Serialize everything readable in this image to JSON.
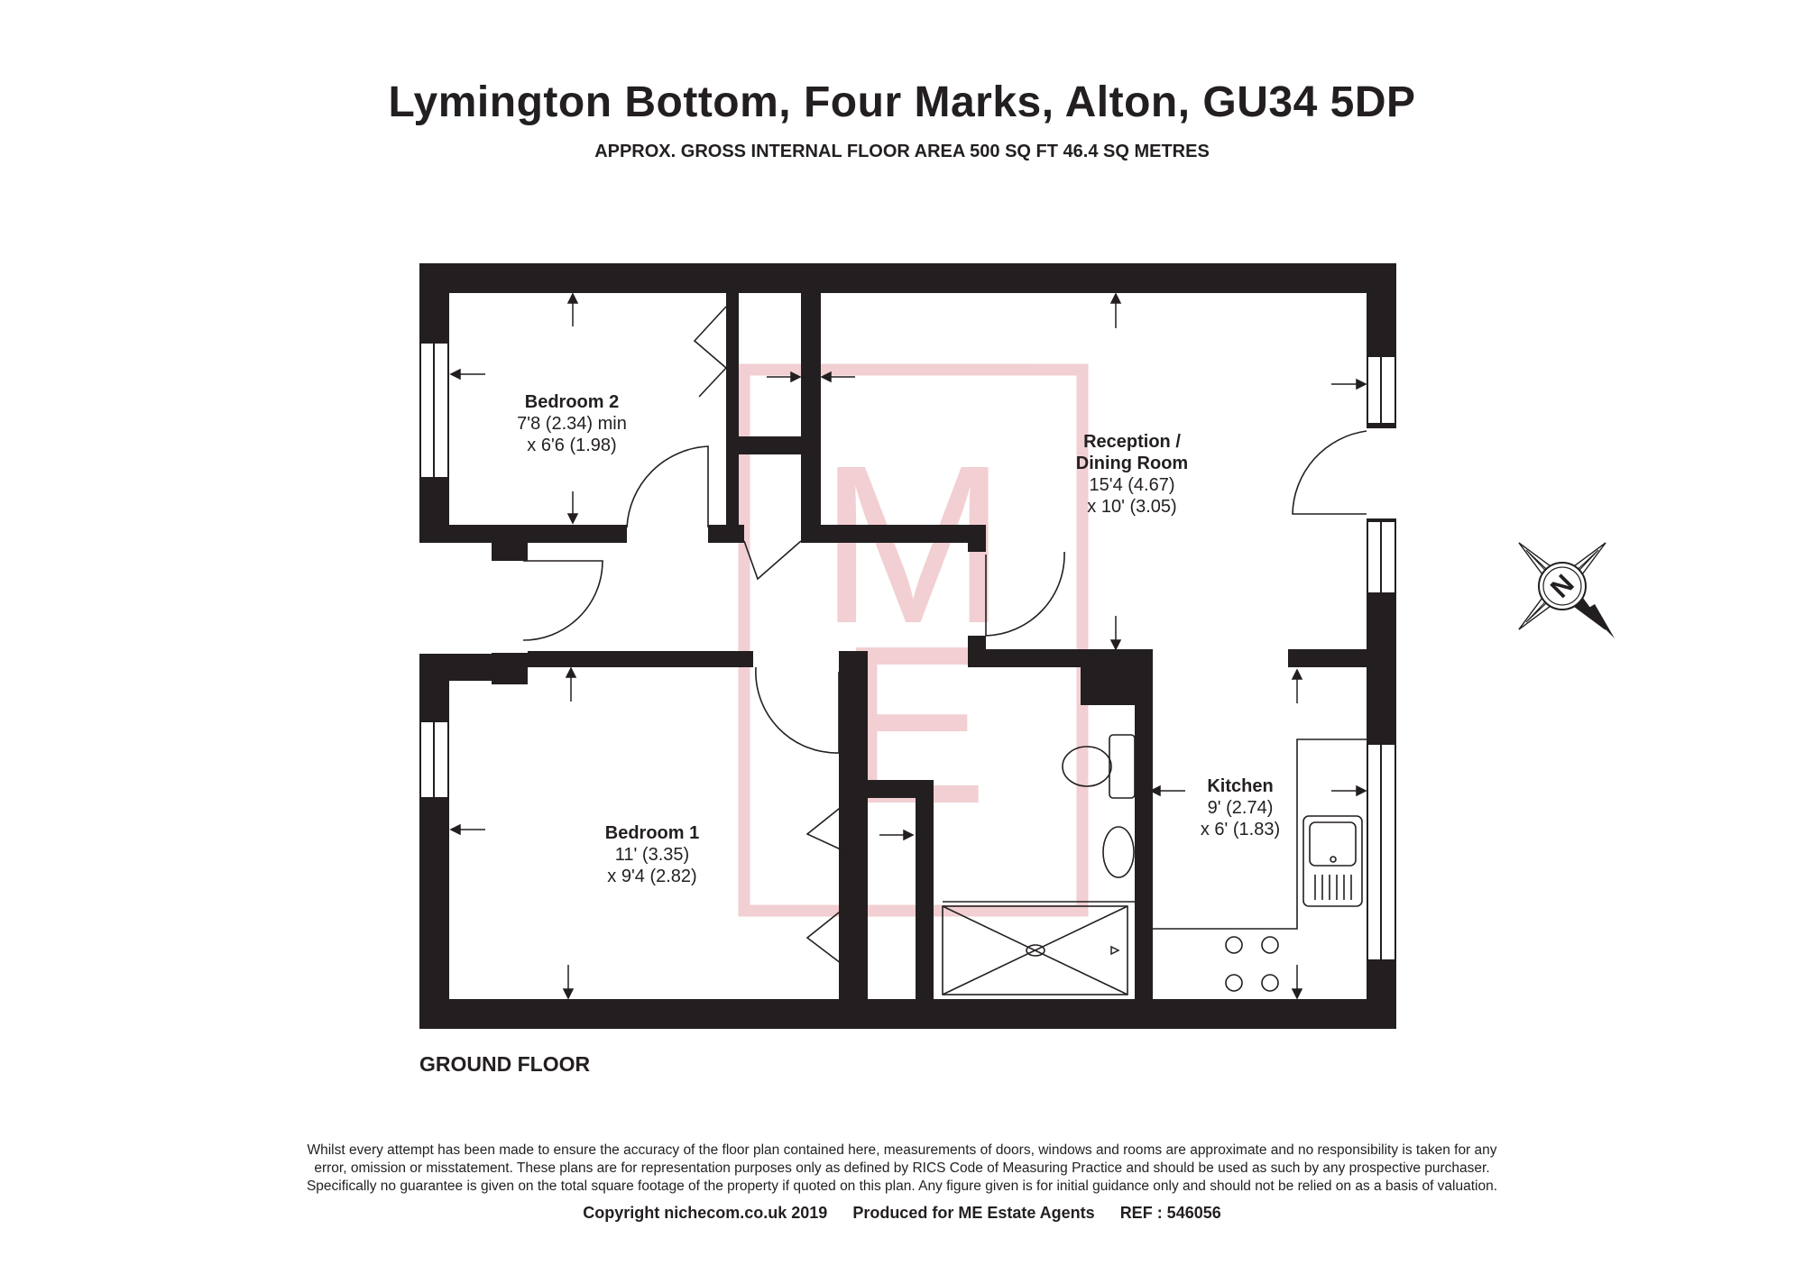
{
  "header": {
    "title": "Lymington Bottom, Four Marks, Alton, GU34 5DP",
    "subtitle": "APPROX. GROSS INTERNAL FLOOR AREA 500 SQ FT 46.4 SQ METRES"
  },
  "plan": {
    "floor_label": "GROUND FLOOR",
    "watermark": {
      "letters": [
        "M",
        "E"
      ],
      "color": "#e8a8ae"
    },
    "compass": {
      "label": "N",
      "icon": "compass-north-icon"
    },
    "colors": {
      "wall": "#231f20",
      "background": "#ffffff"
    },
    "rooms": [
      {
        "id": "bedroom-2",
        "name_lines": [
          "Bedroom 2"
        ],
        "dim_lines": [
          "7'8 (2.34) min",
          "x 6'6 (1.98)"
        ]
      },
      {
        "id": "reception",
        "name_lines": [
          "Reception /",
          "Dining Room"
        ],
        "dim_lines": [
          "15'4 (4.67)",
          "x 10' (3.05)"
        ]
      },
      {
        "id": "kitchen",
        "name_lines": [
          "Kitchen"
        ],
        "dim_lines": [
          "9' (2.74)",
          "x 6' (1.83)"
        ]
      },
      {
        "id": "bedroom-1",
        "name_lines": [
          "Bedroom 1"
        ],
        "dim_lines": [
          "11' (3.35)",
          "x 9'4 (2.82)"
        ]
      }
    ]
  },
  "footer": {
    "disclaimer_lines": [
      "Whilst every attempt has been made to ensure the accuracy of the floor plan contained here, measurements of doors, windows and rooms are approximate and no responsibility is taken for any",
      "error, omission or misstatement. These plans are for representation purposes only as defined by RICS Code of Measuring Practice and should be used as such by any prospective purchaser.",
      "Specifically no guarantee is given on the total square footage of the property if quoted on this plan. Any figure given is for initial guidance only and should not be relied on as a basis of valuation."
    ],
    "copyright": "Copyright nichecom.co.uk 2019",
    "produced_for": "Produced for ME Estate Agents",
    "ref": "REF : 546056"
  }
}
